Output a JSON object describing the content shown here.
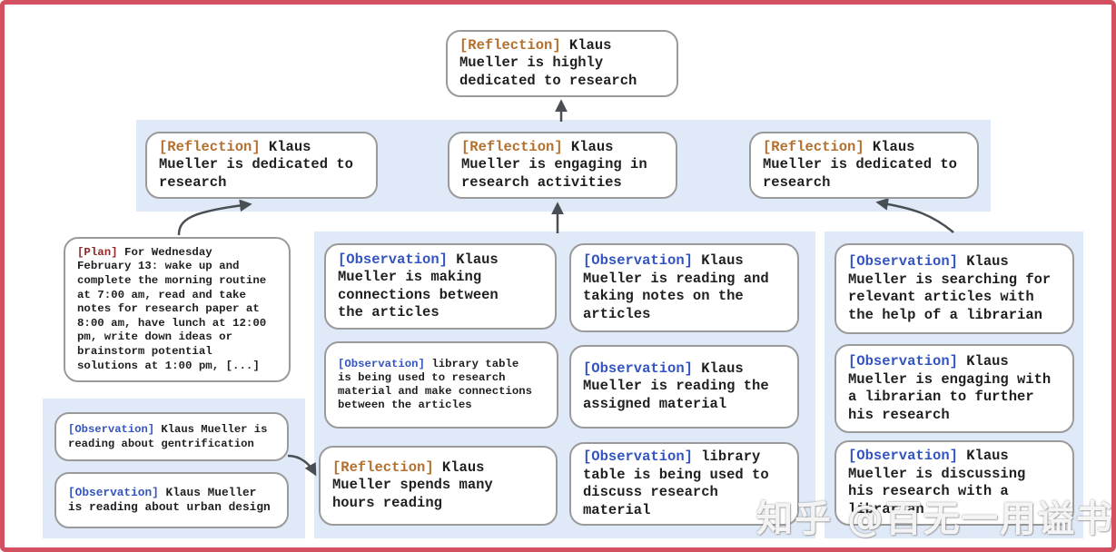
{
  "watermark": "知乎 @百无一用谥书生",
  "colors": {
    "reflection_tag": "#b4702f",
    "observation_tag": "#3354c0",
    "plan_tag": "#8e2a2a",
    "band": "#dfe9f7",
    "frame": "#d35060",
    "box_border": "#9a9a9a",
    "arrow": "#4a4f55"
  },
  "nodes": {
    "top": {
      "tag": "[Reflection]",
      "body": "Klaus\nMueller is highly\ndedicated to research"
    },
    "r2_left": {
      "tag": "[Reflection]",
      "body": "Klaus\nMueller is dedicated to\nresearch"
    },
    "r2_mid": {
      "tag": "[Reflection]",
      "body": "Klaus\nMueller is engaging in\nresearch activities"
    },
    "r2_right": {
      "tag": "[Reflection]",
      "body": "Klaus\nMueller is dedicated to\nresearch"
    },
    "plan": {
      "tag": "[Plan]",
      "body": "For Wednesday\nFebruary 13: wake up and\ncomplete the morning routine\nat 7:00 am, read and take\nnotes for research paper at\n8:00 am, have lunch at 12:00\npm, write down ideas or\nbrainstorm potential\nsolutions at 1:00 pm, [...]"
    },
    "left_obs1": {
      "tag": "[Observation]",
      "body": "Klaus Mueller is\nreading about gentrification"
    },
    "left_obs2": {
      "tag": "[Observation]",
      "body": "Klaus Mueller\nis reading about urban design"
    },
    "mid1": {
      "tag": "[Observation]",
      "body": "Klaus\nMueller is making\nconnections between\nthe articles"
    },
    "mid2": {
      "tag": "[Observation]",
      "body": "library table\nis being used to research\nmaterial and make connections\nbetween the articles"
    },
    "mid3": {
      "tag": "[Reflection]",
      "body": "Klaus\nMueller spends many\nhours reading"
    },
    "mr1": {
      "tag": "[Observation]",
      "body": "Klaus\nMueller is reading and\ntaking notes on the\narticles"
    },
    "mr2": {
      "tag": "[Observation]",
      "body": "Klaus\nMueller is reading the\nassigned material"
    },
    "mr3": {
      "tag": "[Observation]",
      "body": "library\ntable is being used to\ndiscuss research material"
    },
    "right1": {
      "tag": "[Observation]",
      "body": "Klaus\nMueller is searching for\nrelevant articles with\nthe help of a librarian"
    },
    "right2": {
      "tag": "[Observation]",
      "body": "Klaus\nMueller is engaging with\na librarian to further\nhis research"
    },
    "right3": {
      "tag": "[Observation]",
      "body": "Klaus\nMueller is discussing\nhis research with a\nlibrarian"
    }
  }
}
